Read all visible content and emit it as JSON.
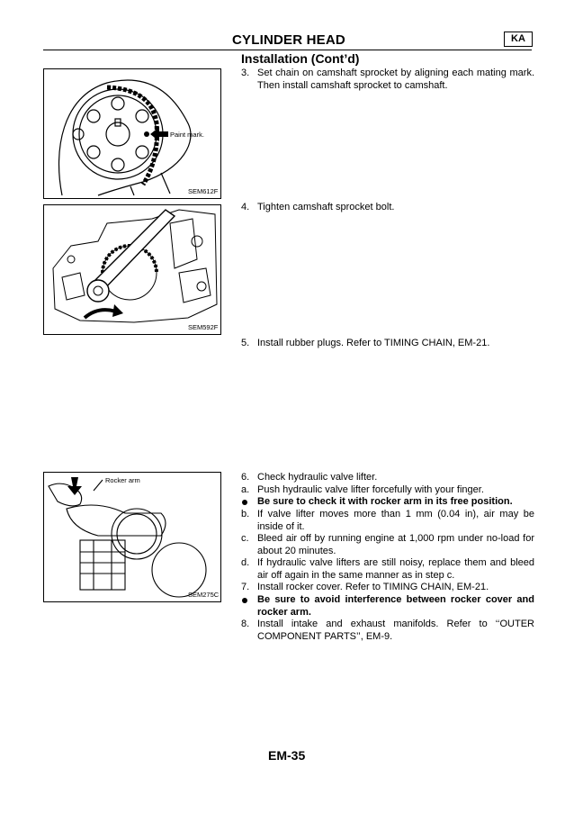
{
  "header": {
    "title": "CYLINDER HEAD",
    "badge": "KA"
  },
  "section": {
    "title": "Installation (Cont’d)"
  },
  "figures": [
    {
      "code": "SEM612F",
      "label": "Paint mark."
    },
    {
      "code": "SEM592F"
    },
    {
      "code": "SEM275C",
      "label": "Rocker arm"
    }
  ],
  "steps": [
    {
      "marker": "3.",
      "text": "Set chain on camshaft sprocket by aligning each mating mark. Then install camshaft sprocket to camshaft."
    },
    {
      "marker": "4.",
      "text": "Tighten camshaft sprocket bolt."
    },
    {
      "marker": "5.",
      "text": "Install rubber plugs. Refer to TIMING CHAIN, EM-21."
    },
    {
      "marker": "6.",
      "text": "Check hydraulic valve lifter."
    },
    {
      "marker": "a.",
      "text": "Push hydraulic valve lifter forcefully with your finger."
    },
    {
      "marker": "",
      "text": "Be sure to check it with rocker arm in its free position."
    },
    {
      "marker": "b.",
      "text": "If valve lifter moves more than 1 mm (0.04 in), air may be inside of it."
    },
    {
      "marker": "c.",
      "text": "Bleed air off by running engine at 1,000 rpm under no-load for about 20 minutes."
    },
    {
      "marker": "d.",
      "text": "If hydraulic valve lifters are still noisy, replace them and bleed air off again in the same manner as in step c."
    },
    {
      "marker": "7.",
      "text": "Install rocker cover. Refer to TIMING CHAIN, EM-21."
    },
    {
      "marker": "",
      "text": "Be sure to avoid interference between rocker cover and rocker arm."
    },
    {
      "marker": "8.",
      "text": "Install intake and exhaust manifolds. Refer to ‘‘OUTER COMPONENT PARTS’’, EM-9."
    }
  ],
  "footer": {
    "page": "EM-35"
  }
}
